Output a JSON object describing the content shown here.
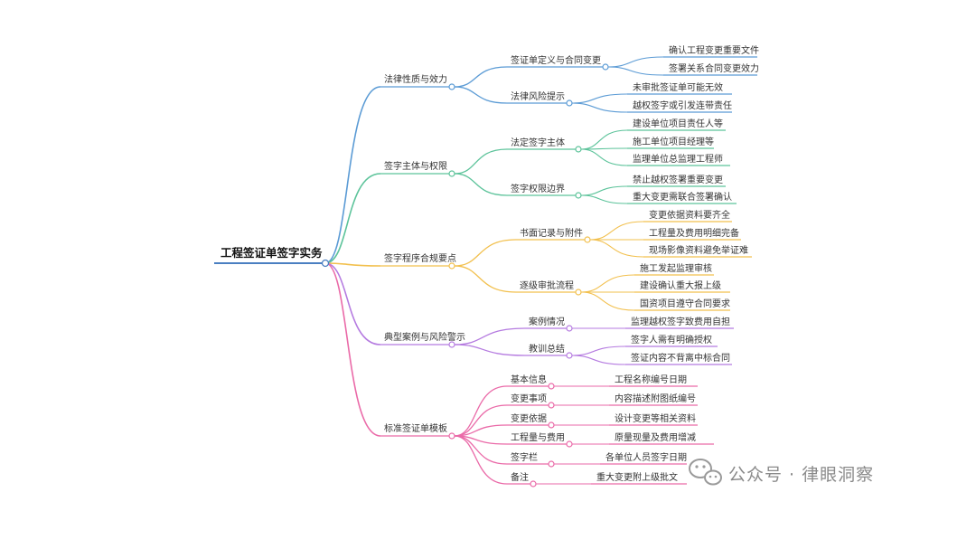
{
  "mindmap": {
    "root": "工程签证单签字实务",
    "branches": [
      {
        "label": "法律性质与效力",
        "color": "#5b9bd5",
        "children": [
          {
            "label": "签证单定义与合同变更",
            "leaves": [
              "确认工程变更重要文件",
              "签署关系合同变更效力"
            ]
          },
          {
            "label": "法律风险提示",
            "leaves": [
              "未审批签证单可能无效",
              "越权签字或引发连带责任"
            ]
          }
        ]
      },
      {
        "label": "签字主体与权限",
        "color": "#5cc39a",
        "children": [
          {
            "label": "法定签字主体",
            "leaves": [
              "建设单位项目责任人等",
              "施工单位项目经理等",
              "监理单位总监理工程师"
            ]
          },
          {
            "label": "签字权限边界",
            "leaves": [
              "禁止越权签署重要变更",
              "重大变更需联合签署确认"
            ]
          }
        ]
      },
      {
        "label": "签字程序合规要点",
        "color": "#f2c04e",
        "children": [
          {
            "label": "书面记录与附件",
            "leaves": [
              "变更依据资料要齐全",
              "工程量及费用明细完备",
              "现场影像资料避免举证难"
            ]
          },
          {
            "label": "逐级审批流程",
            "leaves": [
              "施工发起监理审核",
              "建设确认重大报上级",
              "国资项目遵守合同要求"
            ]
          }
        ]
      },
      {
        "label": "典型案例与风险警示",
        "color": "#b57be0",
        "children": [
          {
            "label": "案例情况",
            "leaves": [
              "监理越权签字致费用自担"
            ]
          },
          {
            "label": "教训总结",
            "leaves": [
              "签字人需有明确授权",
              "签证内容不背离中标合同"
            ]
          }
        ]
      },
      {
        "label": "标准签证单模板",
        "color": "#ea6aa8",
        "children": [
          {
            "label": "基本信息",
            "leaves": [
              "工程名称编号日期"
            ]
          },
          {
            "label": "变更事项",
            "leaves": [
              "内容描述附图纸编号"
            ]
          },
          {
            "label": "变更依据",
            "leaves": [
              "设计变更等相关资料"
            ]
          },
          {
            "label": "工程量与费用",
            "leaves": [
              "原量现量及费用增减"
            ]
          },
          {
            "label": "签字栏",
            "leaves": [
              "各单位人员签字日期"
            ]
          },
          {
            "label": "备注",
            "leaves": [
              "重大变更附上级批文"
            ]
          }
        ]
      }
    ]
  },
  "watermark": {
    "icon": "wechat-icon",
    "text": "公众号 · 律眼洞察"
  }
}
